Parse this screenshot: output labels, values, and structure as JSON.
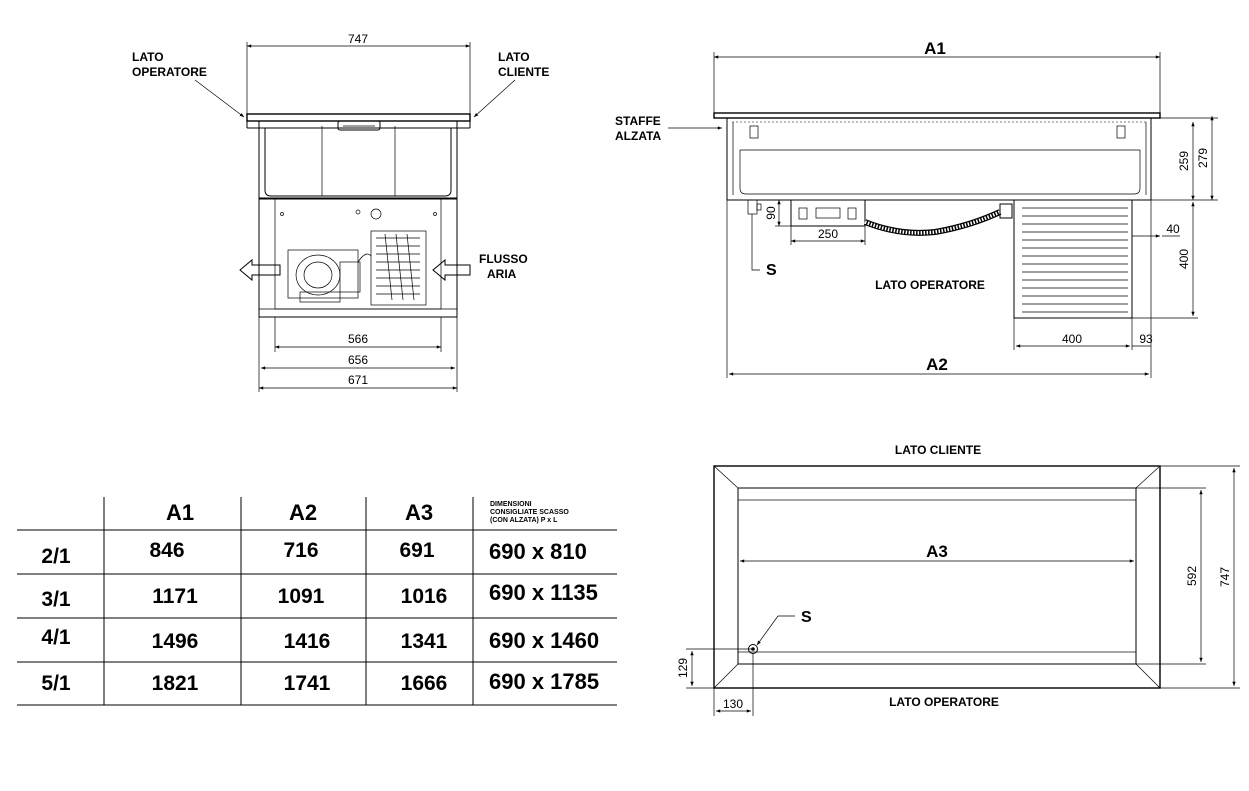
{
  "labels": {
    "lato_operatore_l1": "LATO",
    "lato_operatore_l2": "OPERATORE",
    "lato_cliente_l1": "LATO",
    "lato_cliente_l2": "CLIENTE",
    "flusso_l1": "FLUSSO",
    "flusso_l2": "ARIA",
    "staffe_l1": "STAFFE",
    "staffe_l2": "ALZATA",
    "side_lato_operatore": "LATO OPERATORE",
    "top_lato_cliente": "LATO CLIENTE",
    "top_lato_operatore": "LATO OPERATORE",
    "s_side": "S",
    "s_top": "S"
  },
  "dimensions": {
    "front_top": "747",
    "front_566": "566",
    "front_656": "656",
    "front_671": "671",
    "side_a1": "A1",
    "side_a2": "A2",
    "side_259": "259",
    "side_279": "279",
    "side_90": "90",
    "side_250": "250",
    "side_40": "40",
    "side_400v": "400",
    "side_400h": "400",
    "side_93": "93",
    "top_a3": "A3",
    "top_592": "592",
    "top_747": "747",
    "top_129": "129",
    "top_130": "130"
  },
  "table": {
    "headers": [
      "A1",
      "A2",
      "A3"
    ],
    "note_l1": "DIMENSIONI",
    "note_l2": "CONSIGLIATE SCASSO",
    "note_l3": "(CON ALZATA) P x L",
    "rows": [
      {
        "model": "2/1",
        "a1": "846",
        "a2": "716",
        "a3": "691",
        "cut": "690 x 810"
      },
      {
        "model": "3/1",
        "a1": "1171",
        "a2": "1091",
        "a3": "1016",
        "cut": "690 x 1135"
      },
      {
        "model": "4/1",
        "a1": "1496",
        "a2": "1416",
        "a3": "1341",
        "cut": "690 x 1460"
      },
      {
        "model": "5/1",
        "a1": "1821",
        "a2": "1741",
        "a3": "1666",
        "cut": "690 x 1785"
      }
    ]
  }
}
